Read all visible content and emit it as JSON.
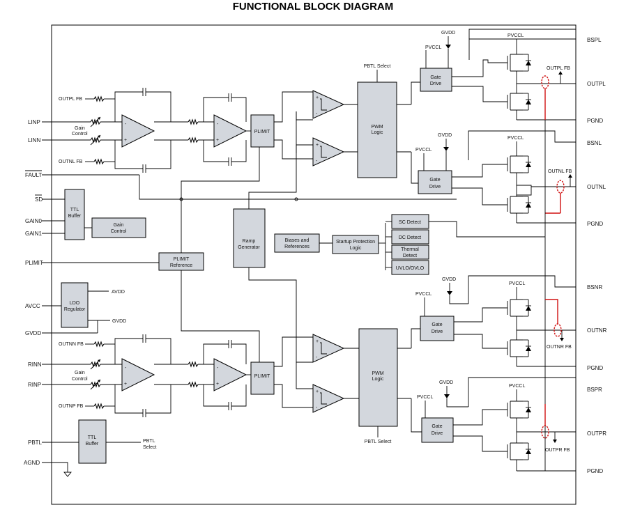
{
  "title": "FUNCTIONAL BLOCK DIAGRAM",
  "pins_left": {
    "linp": "LINP",
    "linn": "LINN",
    "fault": "FAULT",
    "sd": "SD",
    "gain0": "GAIN0",
    "gain1": "GAIN1",
    "plimit": "PLIMIT",
    "avcc": "AVCC",
    "gvdd": "GVDD",
    "rinn": "RINN",
    "rinp": "RINP",
    "pbtl": "PBTL",
    "agnd": "AGND"
  },
  "pins_right": {
    "bspl": "BSPL",
    "outpl": "OUTPL",
    "pgnd_1": "PGND",
    "bsnl": "BSNL",
    "outnl": "OUTNL",
    "pgnd_2": "PGND",
    "bsnr": "BSNR",
    "outnr": "OUTNR",
    "pgnd_3": "PGND",
    "bspr": "BSPR",
    "outpr": "OUTPR",
    "pgnd_4": "PGND"
  },
  "feedback": {
    "outpl_fb": "OUTPL FB",
    "outnl_fb": "OUTNL FB",
    "outnn_fb": "OUTNN FB",
    "outnp_fb": "OUTNP FB",
    "outpl_fb_out": "OUTPL FB",
    "outnl_fb_out": "OUTNL FB",
    "outnr_fb_out": "OUTNR FB",
    "outpr_fb_out": "OUTPR FB"
  },
  "blocks": {
    "gain_control_label": [
      "Gain",
      "Control"
    ],
    "plimit": "PLIMIT",
    "pwm_logic": [
      "PWM",
      "Logic"
    ],
    "pbtl_select": "PBTL Select",
    "gate_drive": [
      "Gate",
      "Drive"
    ],
    "ttl_buffer": [
      "TTL",
      "Buffer"
    ],
    "gain_control_block": [
      "Gain",
      "Control"
    ],
    "plimit_reference": [
      "PLIMIT",
      "Reference"
    ],
    "ramp_generator": [
      "Ramp",
      "Generator"
    ],
    "biases_references": [
      "Biases and",
      "References"
    ],
    "startup_protection": [
      "Startup Protection",
      "Logic"
    ],
    "sc_detect": "SC Detect",
    "dc_detect": "DC Detect",
    "thermal_detect": [
      "Thermal",
      "Detect"
    ],
    "uvlo_ovlo": "UVLO/OVLO",
    "ldo_regulator": [
      "LDO",
      "Regulator"
    ],
    "avdd": "AVDD",
    "gvdd_out": "GVDD",
    "pbtl_select_label": [
      "PBTL",
      "Select"
    ]
  },
  "supplies": {
    "gvdd": "GVDD",
    "pvccl": "PVCCL"
  },
  "colors": {
    "block_fill": "#d3d7dd",
    "line": "#000000",
    "highlight": "#d01010"
  }
}
